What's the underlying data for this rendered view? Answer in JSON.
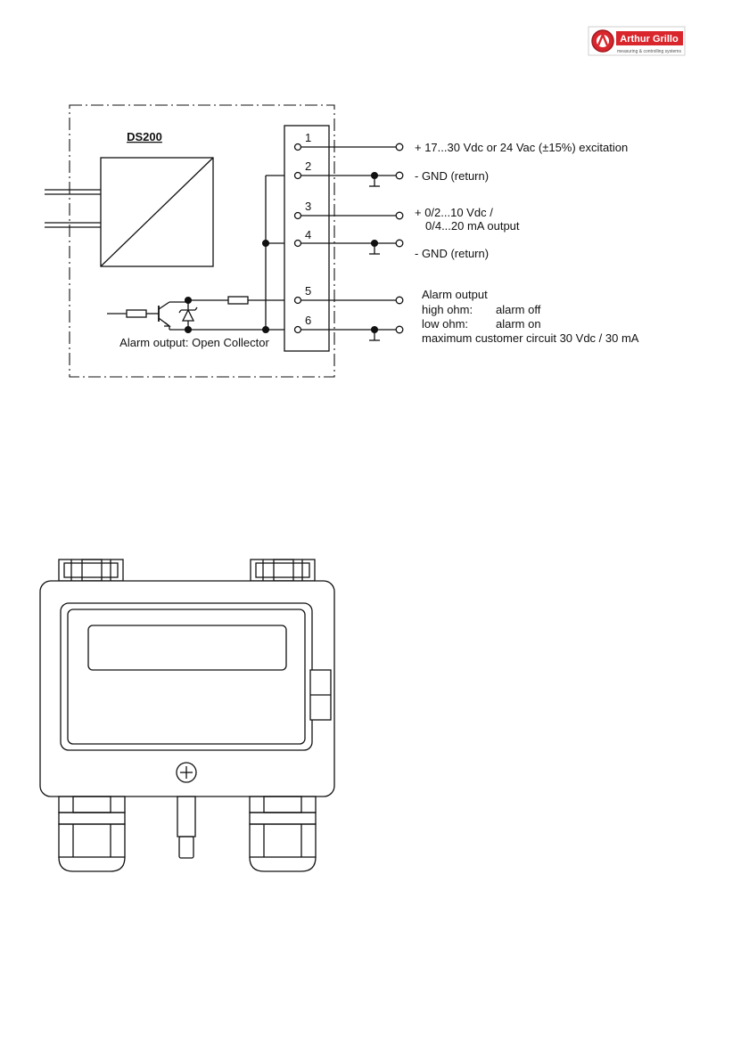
{
  "logo": {
    "brand": "Arthur Grillo",
    "tagline": "measuring & controlling systems",
    "accent": "#d8262c"
  },
  "wiring": {
    "device_label": "DS200",
    "alarm_caption": "Alarm output: Open Collector",
    "pins": [
      "1",
      "2",
      "3",
      "4",
      "5",
      "6"
    ],
    "annotations": {
      "pin1": "+ 17...30 Vdc or 24 Vac (±15%) excitation",
      "pin2": "- GND (return)",
      "pin3_a": "+ 0/2...10 Vdc /",
      "pin3_b": "0/4...20 mA output",
      "pin4": "- GND (return)",
      "alarm_title": "Alarm output",
      "high_ohm_label": "high ohm:",
      "high_ohm_value": "alarm off",
      "low_ohm_label": "low ohm:",
      "low_ohm_value": "alarm on",
      "max_circuit": "maximum customer circuit 30 Vdc / 30 mA"
    }
  },
  "colors": {
    "line": "#111111",
    "background": "#ffffff"
  }
}
